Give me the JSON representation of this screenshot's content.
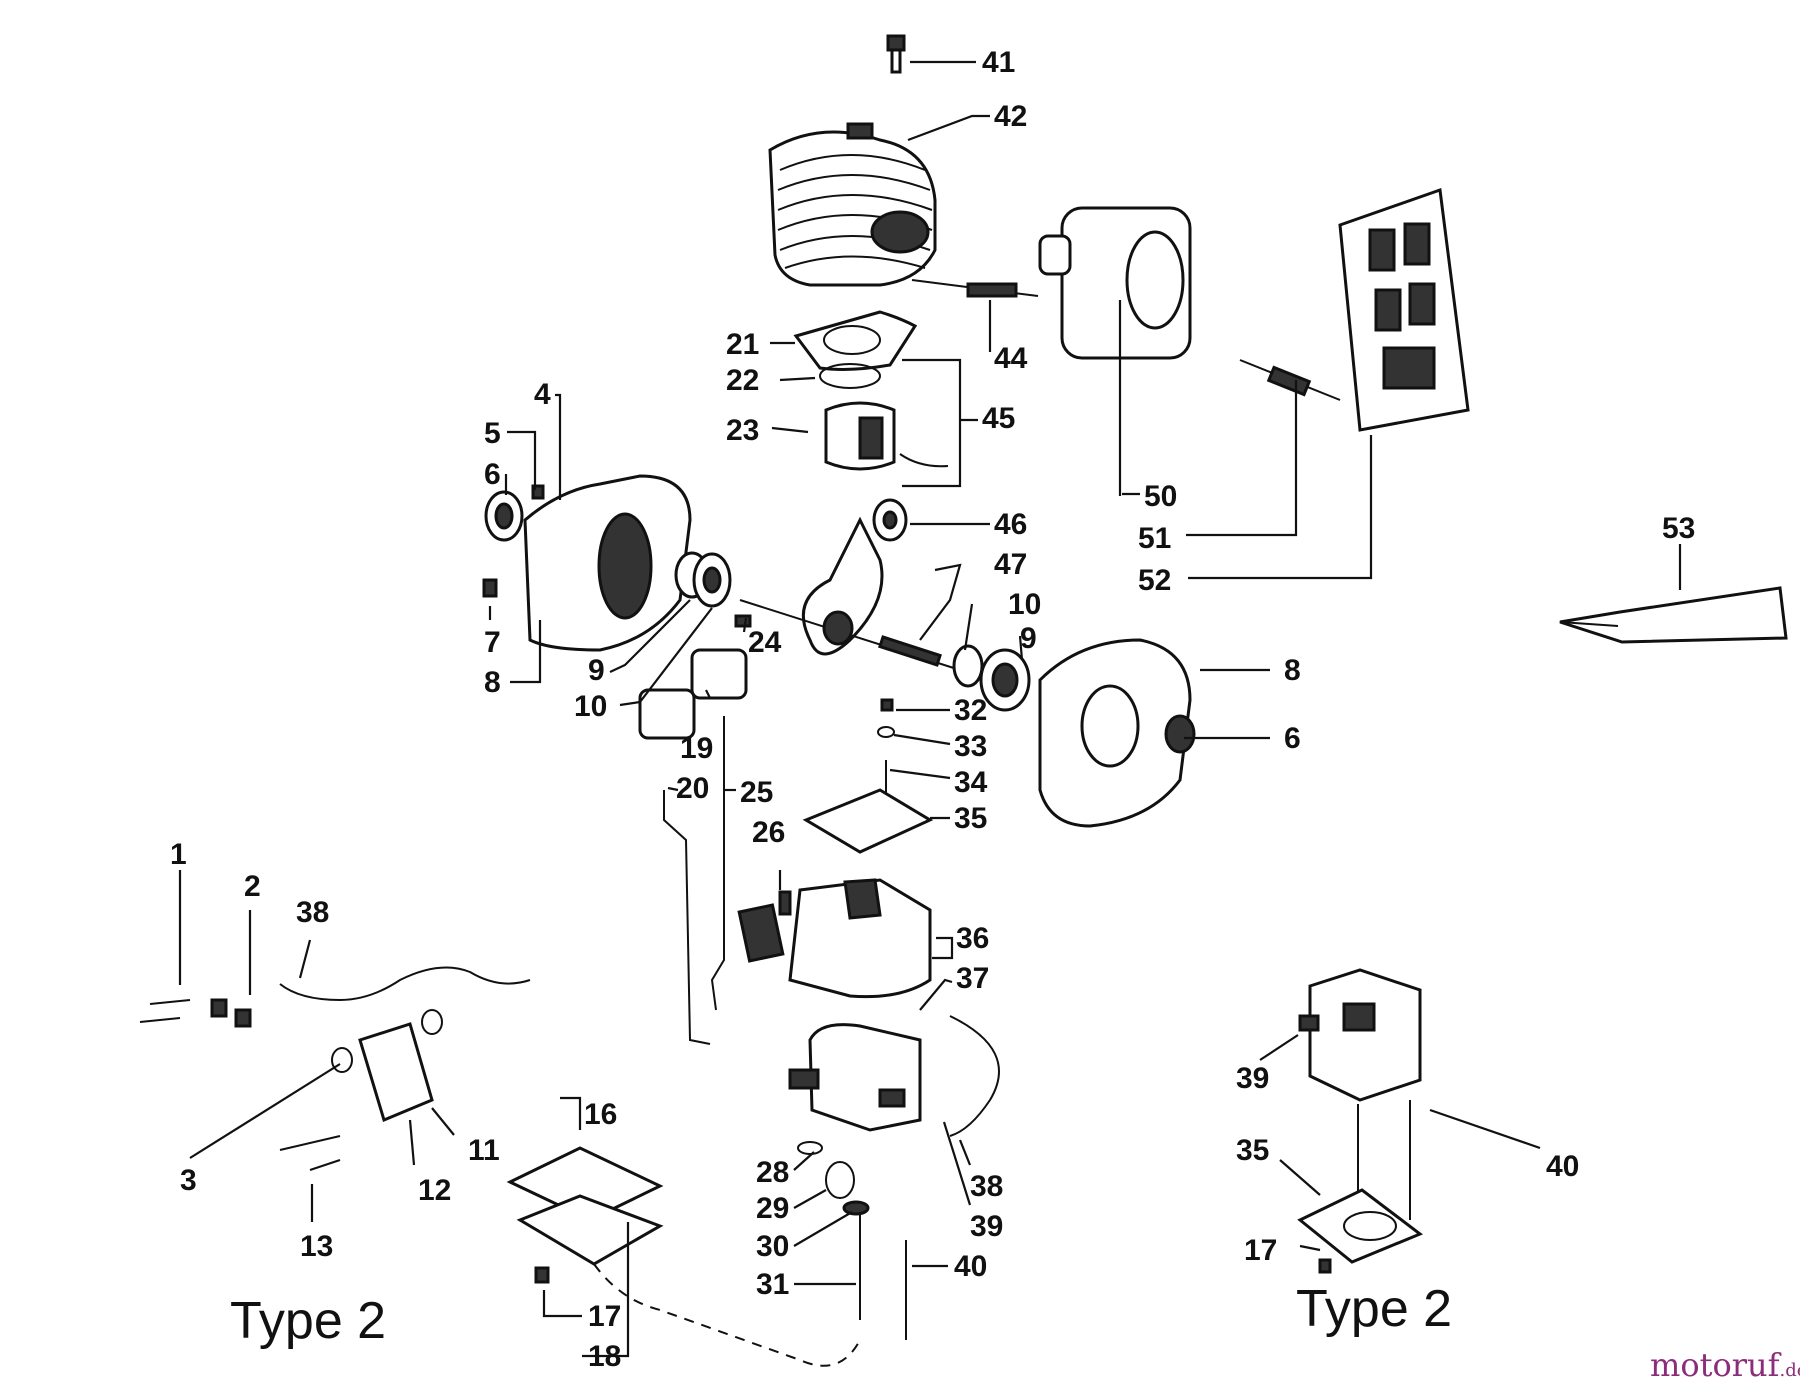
{
  "diagram": {
    "callouts": [
      {
        "id": "c41",
        "label": "41"
      },
      {
        "id": "c42",
        "label": "42"
      },
      {
        "id": "c21",
        "label": "21"
      },
      {
        "id": "c44",
        "label": "44"
      },
      {
        "id": "c22",
        "label": "22"
      },
      {
        "id": "c45",
        "label": "45"
      },
      {
        "id": "c23",
        "label": "23"
      },
      {
        "id": "c4",
        "label": "4"
      },
      {
        "id": "c5",
        "label": "5"
      },
      {
        "id": "c6a",
        "label": "6"
      },
      {
        "id": "c46",
        "label": "46"
      },
      {
        "id": "c47",
        "label": "47"
      },
      {
        "id": "c10a",
        "label": "10"
      },
      {
        "id": "c9a",
        "label": "9"
      },
      {
        "id": "c7",
        "label": "7"
      },
      {
        "id": "c24",
        "label": "24"
      },
      {
        "id": "c9b",
        "label": "9"
      },
      {
        "id": "c8a",
        "label": "8"
      },
      {
        "id": "c10b",
        "label": "10"
      },
      {
        "id": "c8b",
        "label": "8"
      },
      {
        "id": "c19",
        "label": "19"
      },
      {
        "id": "c32",
        "label": "32"
      },
      {
        "id": "c33",
        "label": "33"
      },
      {
        "id": "c6b",
        "label": "6"
      },
      {
        "id": "c20",
        "label": "20"
      },
      {
        "id": "c25",
        "label": "25"
      },
      {
        "id": "c34",
        "label": "34"
      },
      {
        "id": "c35a",
        "label": "35"
      },
      {
        "id": "c26",
        "label": "26"
      },
      {
        "id": "c1",
        "label": "1"
      },
      {
        "id": "c2",
        "label": "2"
      },
      {
        "id": "c38a",
        "label": "38"
      },
      {
        "id": "c36",
        "label": "36"
      },
      {
        "id": "c37",
        "label": "37"
      },
      {
        "id": "c50",
        "label": "50"
      },
      {
        "id": "c51",
        "label": "51"
      },
      {
        "id": "c52",
        "label": "52"
      },
      {
        "id": "c53",
        "label": "53"
      },
      {
        "id": "c39a",
        "label": "39"
      },
      {
        "id": "c40a",
        "label": "40"
      },
      {
        "id": "c35b",
        "label": "35"
      },
      {
        "id": "c17a",
        "label": "17"
      },
      {
        "id": "c16",
        "label": "16"
      },
      {
        "id": "c11",
        "label": "11"
      },
      {
        "id": "c3",
        "label": "3"
      },
      {
        "id": "c12",
        "label": "12"
      },
      {
        "id": "c13",
        "label": "13"
      },
      {
        "id": "c28",
        "label": "28"
      },
      {
        "id": "c38b",
        "label": "38"
      },
      {
        "id": "c29",
        "label": "29"
      },
      {
        "id": "c39b",
        "label": "39"
      },
      {
        "id": "c30",
        "label": "30"
      },
      {
        "id": "c40b",
        "label": "40"
      },
      {
        "id": "c31",
        "label": "31"
      },
      {
        "id": "c17b",
        "label": "17"
      },
      {
        "id": "c18",
        "label": "18"
      }
    ],
    "captions": {
      "left": "Type 2",
      "right": "Type 2"
    },
    "watermark": {
      "main": "motoruf",
      "suffix": ".de"
    }
  }
}
